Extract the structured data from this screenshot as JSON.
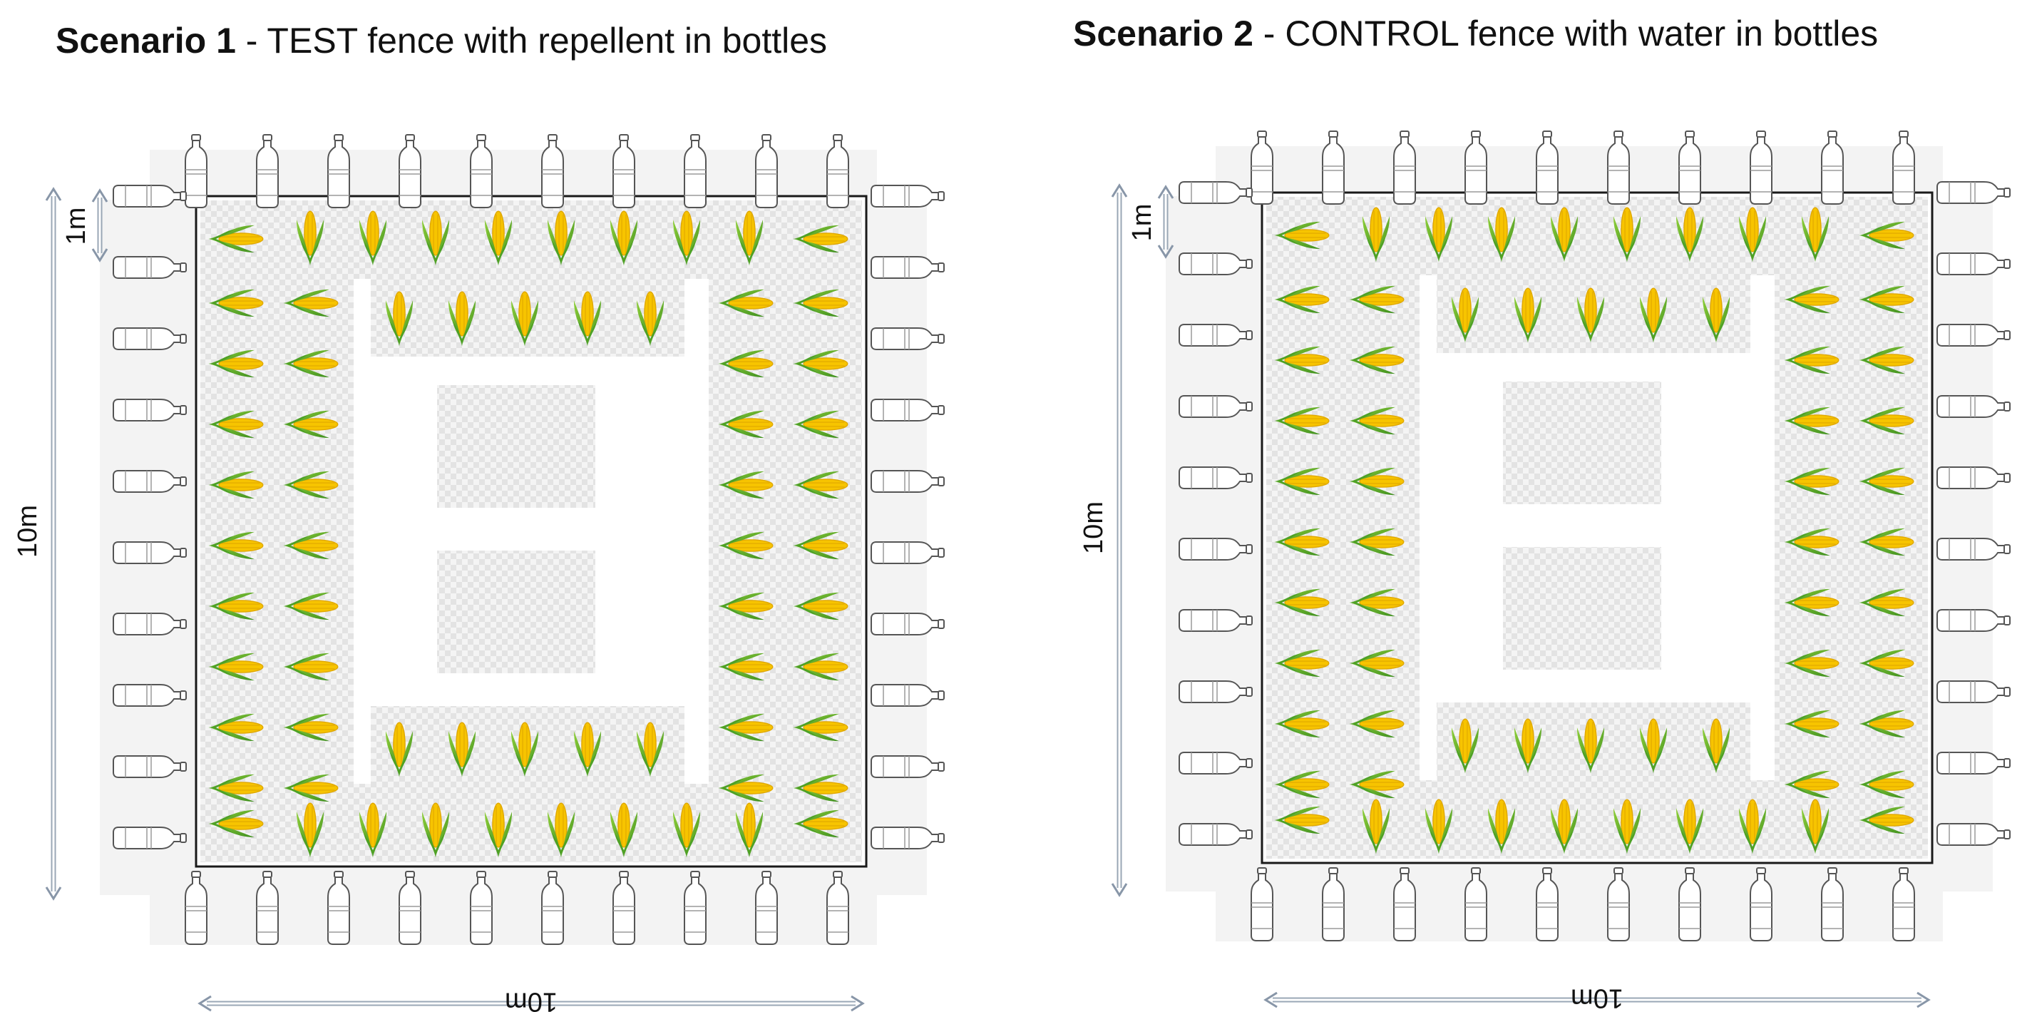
{
  "scenarios": [
    {
      "title_bold": "Scenario 1",
      "title_rest": " -  TEST fence with repellent in bottles",
      "label_10m_vertical": "10m",
      "label_1m": "1m",
      "label_10m_horizontal": "10m"
    },
    {
      "title_bold": "Scenario 2",
      "title_rest": " - CONTROL fence with water in bottles",
      "label_10m_vertical": "10m",
      "label_1m": "1m",
      "label_10m_horizontal": "10m"
    }
  ],
  "colors": {
    "corn_kernel": "#f7c400",
    "corn_kernel_dark": "#e0a800",
    "husk": "#6fb52c",
    "husk_dark": "#3e8f1f",
    "fence": "#1a1a1a",
    "bottle_stroke": "#555555",
    "arrow": "#9aa7b6",
    "band": "#ececec"
  },
  "icons": {
    "bottle": "plastic-bottle-icon",
    "corn": "corn-cob-icon",
    "arrow": "double-arrow-icon"
  }
}
